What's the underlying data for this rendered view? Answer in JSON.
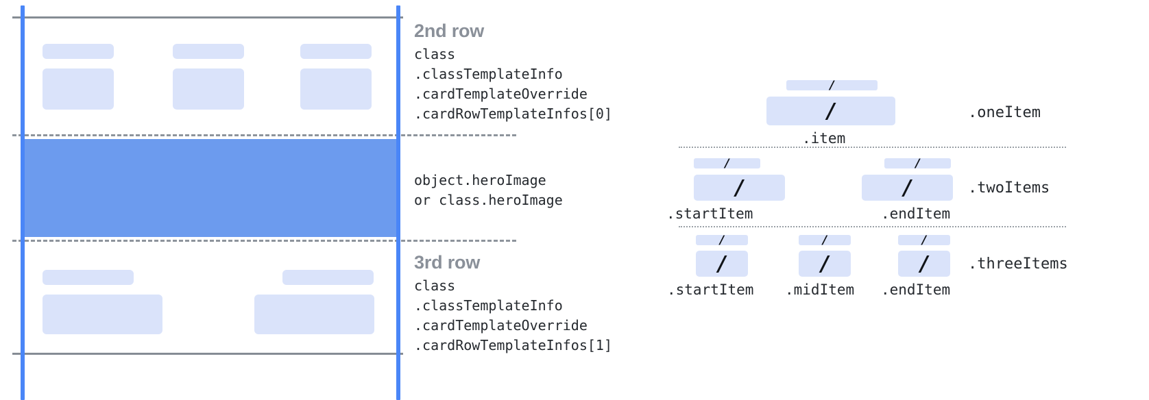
{
  "card_preview": {
    "rows": [
      {
        "id": "second-row",
        "title": "2nd row",
        "code": [
          "class",
          ".classTemplateInfo",
          ".cardTemplateOverride",
          ".cardRowTemplateInfos[0]"
        ],
        "columns": 3
      },
      {
        "id": "hero-image",
        "title": "",
        "code": [
          "object.heroImage",
          "or class.heroImage"
        ],
        "columns": 0
      },
      {
        "id": "third-row",
        "title": "3rd row",
        "code": [
          "class",
          ".classTemplateInfo",
          ".cardTemplateOverride",
          ".cardRowTemplateInfos[1]"
        ],
        "columns": 2
      }
    ]
  },
  "legend": {
    "groups": [
      {
        "name": ".oneItem",
        "slots": [
          {
            "label": ".item",
            "glyph": "/"
          }
        ]
      },
      {
        "name": ".twoItems",
        "slots": [
          {
            "label": ".startItem",
            "glyph": "/"
          },
          {
            "label": ".endItem",
            "glyph": "/"
          }
        ]
      },
      {
        "name": ".threeItems",
        "slots": [
          {
            "label": ".startItem",
            "glyph": "/"
          },
          {
            "label": ".midItem",
            "glyph": "/"
          },
          {
            "label": ".endItem",
            "glyph": "/"
          }
        ]
      }
    ]
  },
  "colors": {
    "placeholder_fill": "#dae3fa",
    "hero_fill": "#6c9bee",
    "guide_line": "#4a86f7",
    "solid_rule": "#858c94",
    "dashed_rule": "#8d949c",
    "title_text": "#8a9099",
    "code_text": "#25292e"
  }
}
